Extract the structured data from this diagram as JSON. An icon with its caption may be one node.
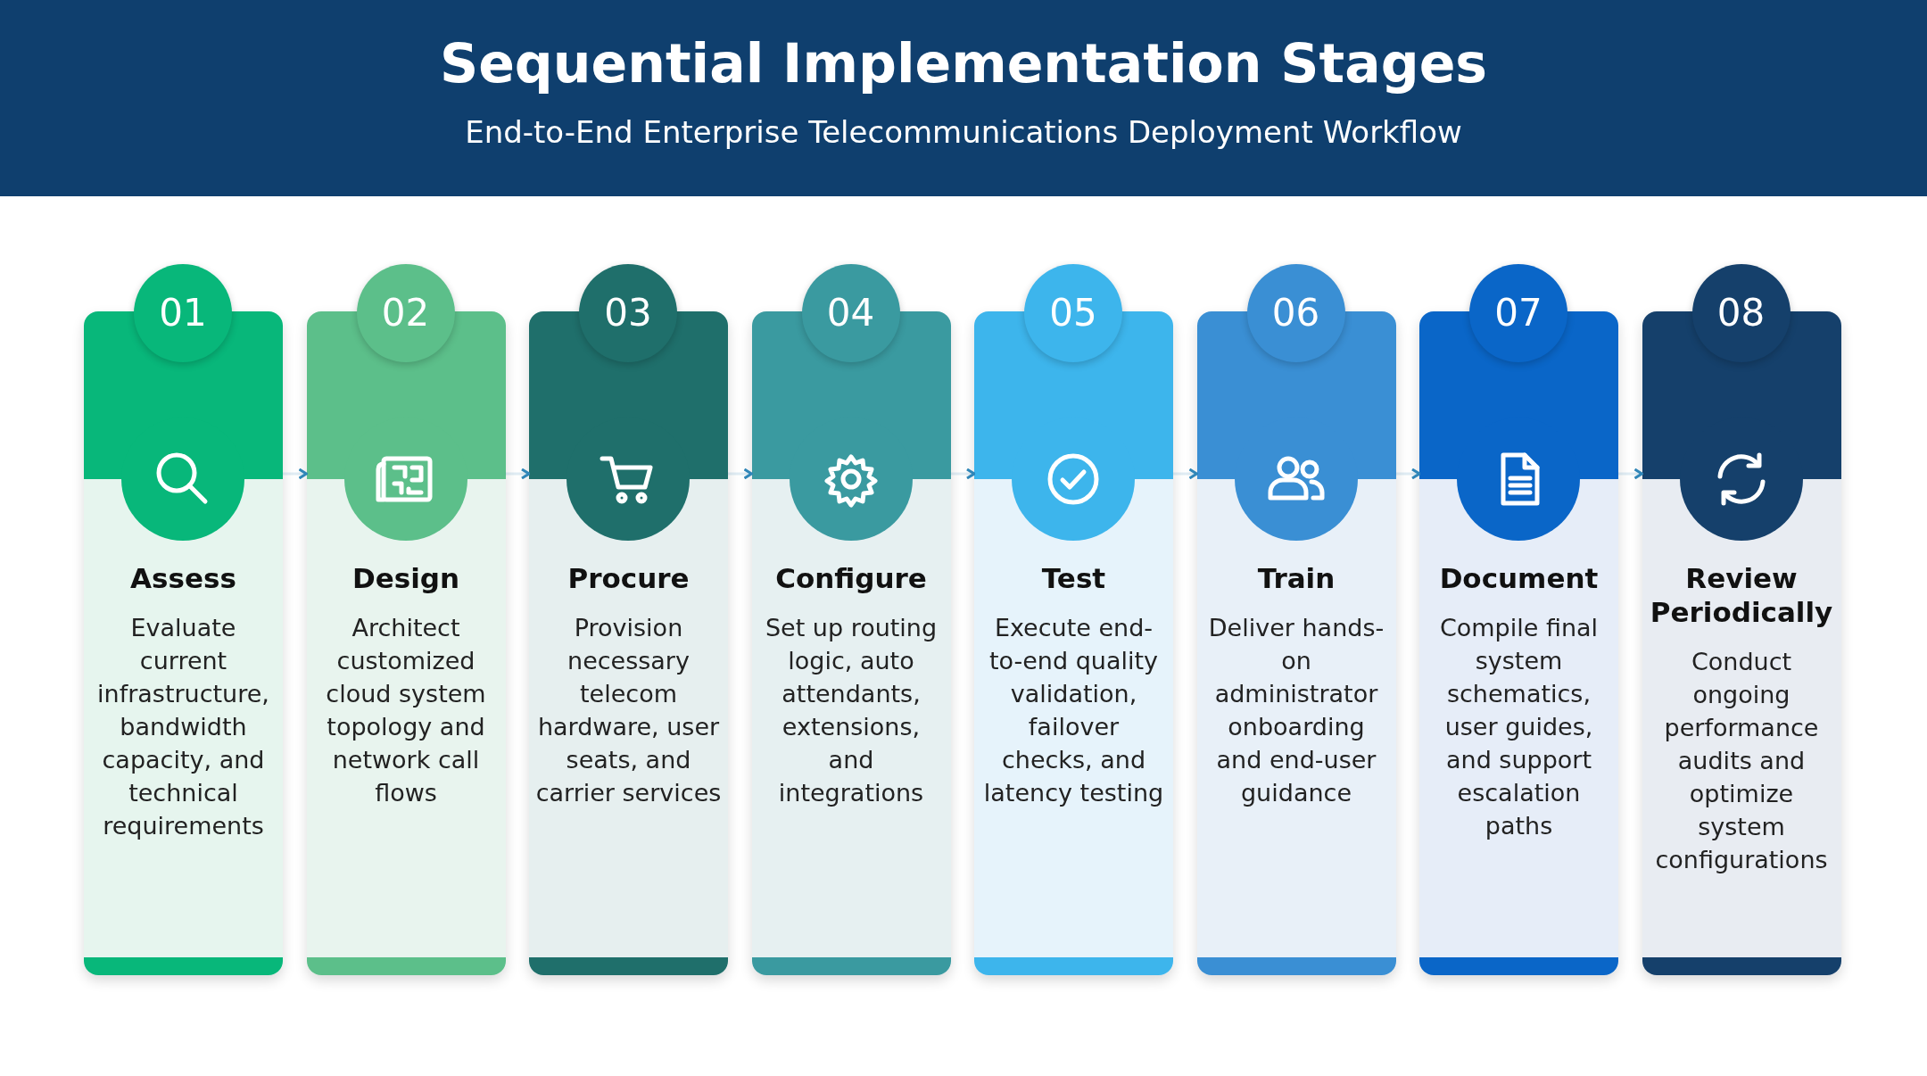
{
  "diagram": {
    "title": "Sequential Implementation Stages",
    "nodes": [
      {
        "text": [
          "01",
          "Assess",
          "Evaluate current infrastructure, bandwidth capacity, and technical requirements"
        ]
      },
      {
        "text": [
          "02",
          "Design",
          "Architect customized cloud system topology and network call flows"
        ]
      },
      {
        "text": [
          "03",
          "Procure",
          "Provision necessary telecom hardware, user seats, and carrier services"
        ]
      },
      {
        "text": [
          "04",
          "Configure",
          "Set up routing logic, auto attendants, extensions, and integrations"
        ]
      },
      {
        "text": [
          "05",
          "Test",
          "Execute end-to-end quality validation, failover checks, and latency testing"
        ]
      },
      {
        "text": [
          "06",
          "Train",
          "Deliver hands-on administrator onboarding and end-user guidance"
        ]
      },
      {
        "text": [
          "07",
          "Document",
          "Compile final system schematics, user guides, and support escalation paths"
        ]
      },
      {
        "text": [
          "08",
          "Review Periodically",
          "Conduct ongoing performance audits and optimize system configurations"
        ]
      }
    ],
    "edges": [
      {
        "from": 0,
        "to": 1,
        "arrow": "to"
      },
      {
        "from": 1,
        "to": 2,
        "arrow": "to"
      },
      {
        "from": 2,
        "to": 3,
        "arrow": "to"
      },
      {
        "from": 3,
        "to": 4,
        "arrow": "to"
      },
      {
        "from": 4,
        "to": 5,
        "arrow": "to"
      },
      {
        "from": 5,
        "to": 6,
        "arrow": "to"
      },
      {
        "from": 6,
        "to": 7,
        "arrow": "to"
      }
    ],
    "labels": [
      "End-to-End Enterprise Telecommunications Deployment Workflow"
    ]
  }
}
